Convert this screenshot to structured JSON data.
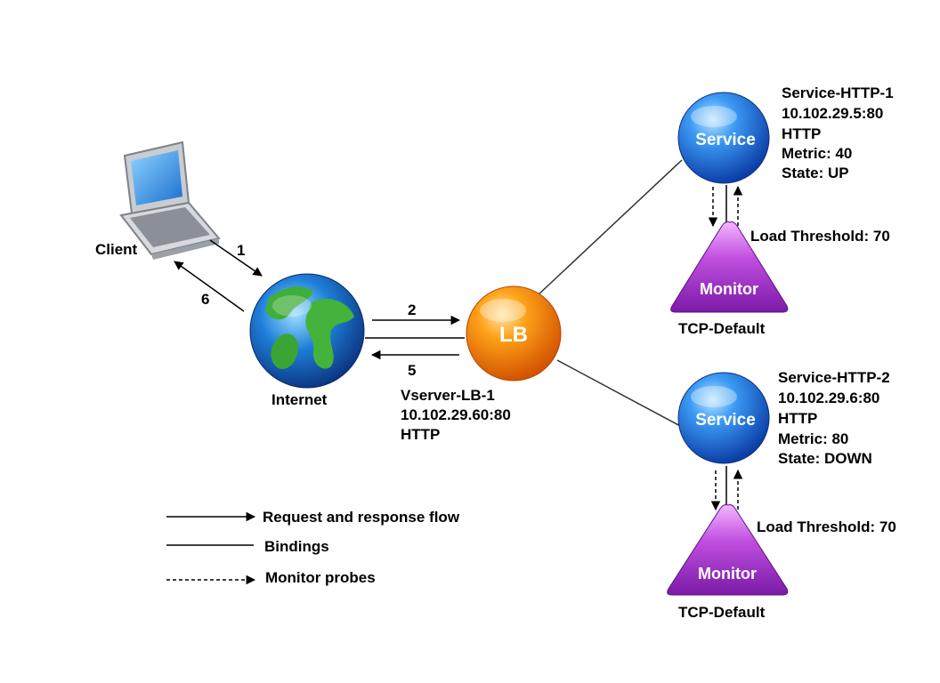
{
  "client": {
    "label": "Client"
  },
  "internet": {
    "label": "Internet"
  },
  "lb": {
    "text": "LB",
    "name": "Vserver-LB-1",
    "address": "10.102.29.60:80",
    "protocol": "HTTP"
  },
  "flow_numbers": {
    "n1": "1",
    "n2": "2",
    "n5": "5",
    "n6": "6"
  },
  "services": [
    {
      "text": "Service",
      "name": "Service-HTTP-1",
      "address": "10.102.29.5:80",
      "protocol": "HTTP",
      "metric": "Metric: 40",
      "state": "State: UP",
      "threshold": "Load Threshold: 70",
      "monitor_text": "Monitor",
      "monitor_name": "TCP-Default"
    },
    {
      "text": "Service",
      "name": "Service-HTTP-2",
      "address": "10.102.29.6:80",
      "protocol": "HTTP",
      "metric": "Metric: 80",
      "state": "State: DOWN",
      "threshold": "Load Threshold: 70",
      "monitor_text": "Monitor",
      "monitor_name": "TCP-Default"
    }
  ],
  "legend": {
    "request": "Request and response flow",
    "bindings": "Bindings",
    "probes": "Monitor probes"
  },
  "colors": {
    "service": "#1f5fd6",
    "lb": "#f57c00",
    "monitor": "#9c27b0"
  }
}
